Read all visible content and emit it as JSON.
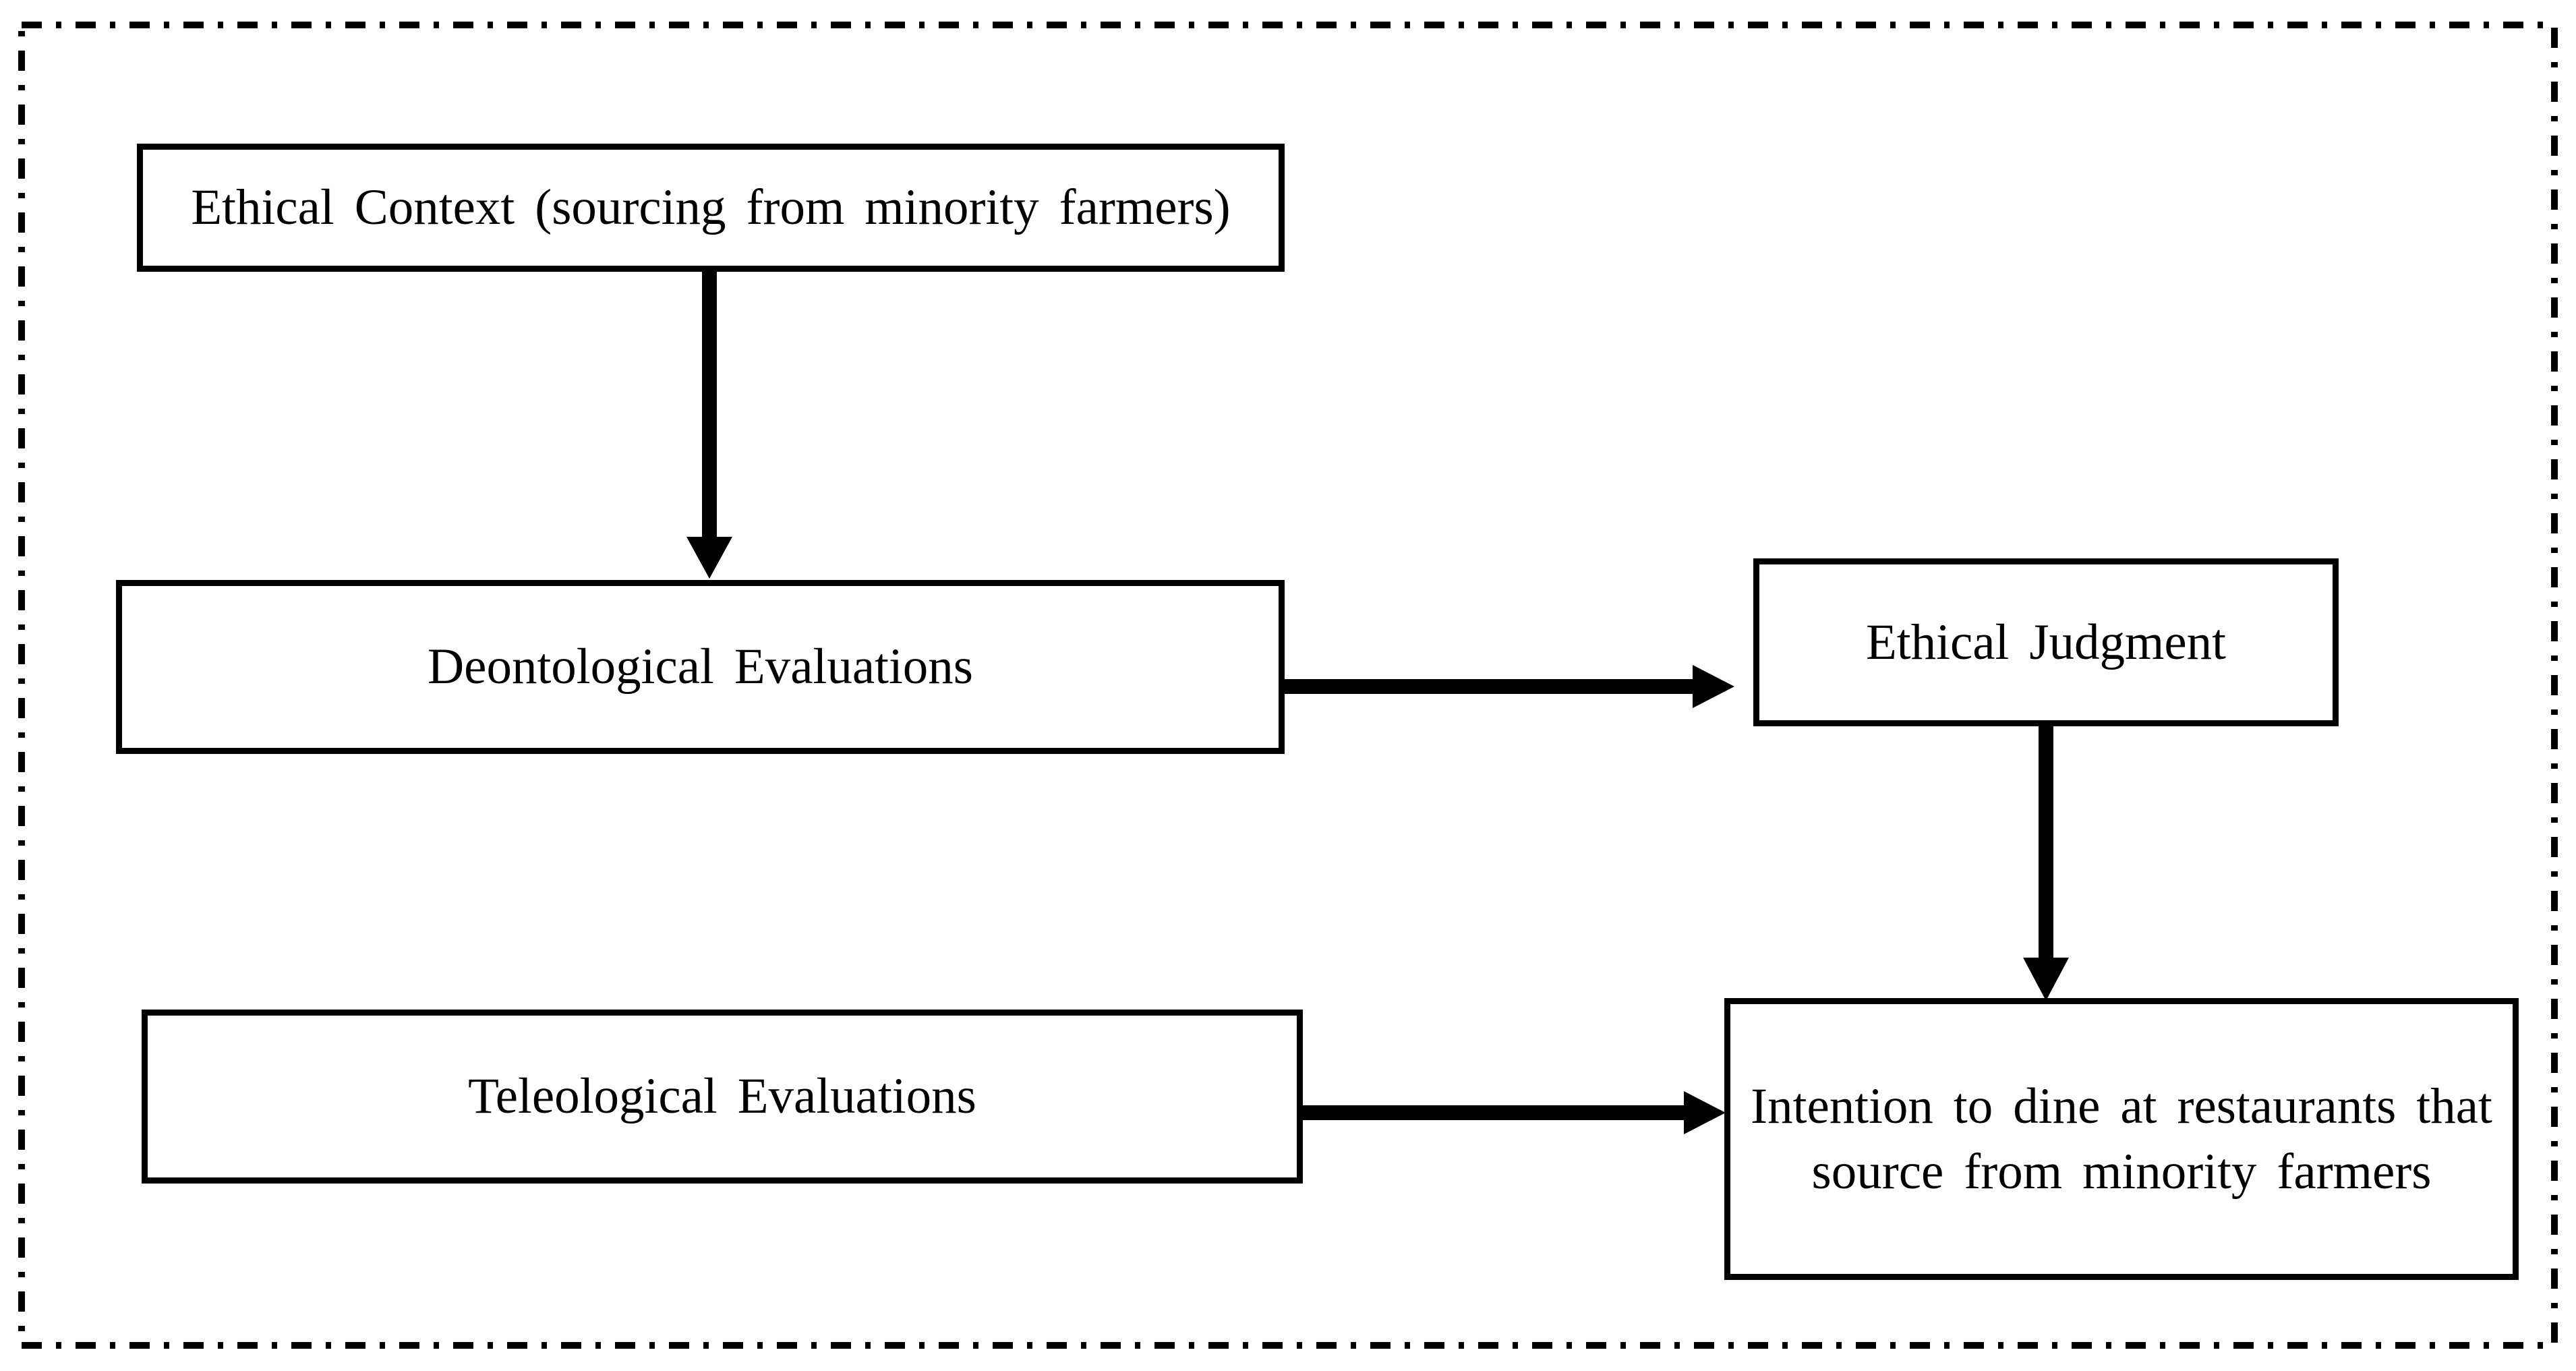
{
  "figure": {
    "background_color": "#ffffff",
    "line_color": "#000000",
    "border_style": "dash-dot",
    "boxes": [
      {
        "id": "ethical-context",
        "label": "Ethical Context (sourcing from minority farmers)"
      },
      {
        "id": "deontological-evaluations",
        "label": "Deontological Evaluations"
      },
      {
        "id": "ethical-judgment",
        "label": "Ethical Judgment"
      },
      {
        "id": "teleological-evaluations",
        "label": "Teleological Evaluations"
      },
      {
        "id": "intention-to-dine",
        "label": "Intention to dine at restaurants that\nsource from minority farmers"
      }
    ],
    "arrows": [
      {
        "from": "ethical-context",
        "to": "deontological-evaluations",
        "direction": "down"
      },
      {
        "from": "deontological-evaluations",
        "to": "ethical-judgment",
        "direction": "right"
      },
      {
        "from": "ethical-judgment",
        "to": "intention-to-dine",
        "direction": "down"
      },
      {
        "from": "teleological-evaluations",
        "to": "intention-to-dine",
        "direction": "right"
      }
    ]
  }
}
